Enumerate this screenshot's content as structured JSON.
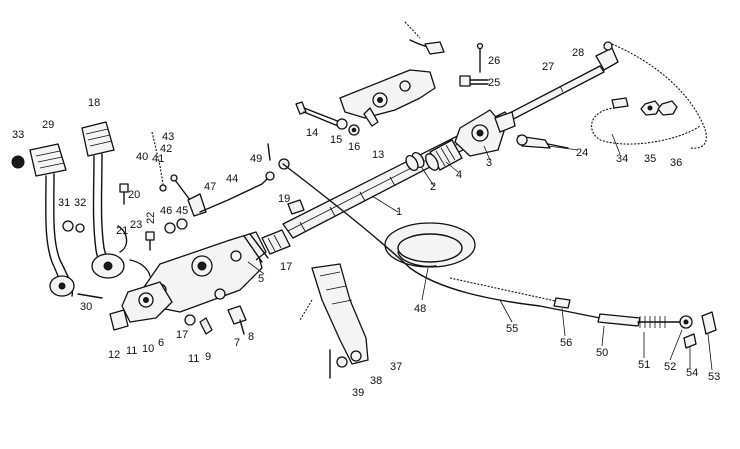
{
  "diagram": {
    "labels": [
      "1",
      "2",
      "3",
      "4",
      "5",
      "6",
      "7",
      "8",
      "9",
      "10",
      "11",
      "11",
      "12",
      "13",
      "14",
      "15",
      "16",
      "17",
      "17",
      "18",
      "19",
      "20",
      "21",
      "22",
      "23",
      "24",
      "25",
      "26",
      "27",
      "28",
      "29",
      "30",
      "31",
      "32",
      "33",
      "34",
      "35",
      "36",
      "37",
      "38",
      "39",
      "40",
      "41",
      "42",
      "43",
      "44",
      "45",
      "46",
      "47",
      "48",
      "49",
      "50",
      "51",
      "52",
      "53",
      "54",
      "55",
      "56"
    ]
  }
}
